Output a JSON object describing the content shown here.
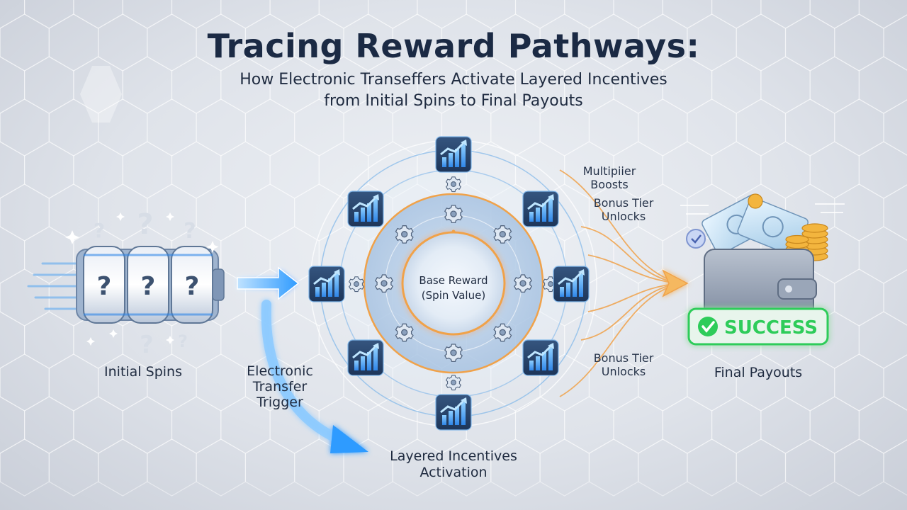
{
  "title": "Tracing Reward Pathways:",
  "subtitle_line1": "How Electronic Transeffers Activate Layered Incentives",
  "subtitle_line2": "from Initial Spins to Final Payouts",
  "stages": {
    "initial": "Initial Spins",
    "transfer_line1": "Electronic",
    "transfer_line2": "Transfer",
    "transfer_line3": "Trigger",
    "layered_line1": "Layered Incentives",
    "layered_line2": "Activation",
    "final": "Final Payouts"
  },
  "center": {
    "line1": "Base Reward",
    "line2": "(Spin Value)"
  },
  "branches": {
    "multiplier_line1": "Multipiier",
    "multiplier_line2": "Boosts",
    "bonus_top_line1": "Bonus Tier",
    "bonus_top_line2": "Unlocks",
    "bonus_bottom_line1": "Bonus Tier",
    "bonus_bottom_line2": "Unlocks"
  },
  "reel_symbol": "?",
  "success_label": "SUCCESS",
  "icons": {
    "slot": "slot-machine-icon",
    "gear": "gear-icon",
    "growth": "growth-chart-icon",
    "wallet": "wallet-icon",
    "check": "check-icon"
  },
  "colors": {
    "title": "#1b2a44",
    "accent_blue": "#2f9bff",
    "ring_orange": "#f0a24a",
    "success_green": "#2ecc5a"
  }
}
